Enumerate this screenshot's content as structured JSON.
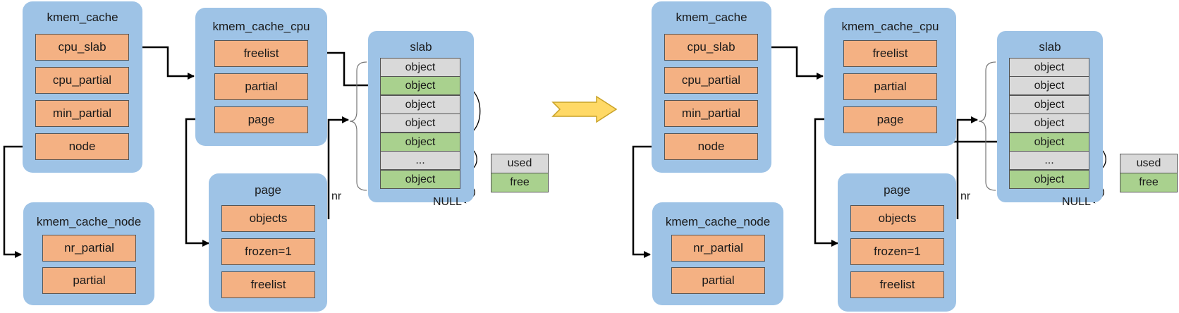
{
  "left": {
    "kmem_cache": {
      "title": "kmem_cache",
      "fields": [
        "cpu_slab",
        "cpu_partial",
        "min_partial",
        "node"
      ]
    },
    "kmem_cache_cpu": {
      "title": "kmem_cache_cpu",
      "fields": [
        "freelist",
        "partial",
        "page"
      ]
    },
    "kmem_cache_node": {
      "title": "kmem_cache_node",
      "fields": [
        "nr_partial",
        "partial"
      ]
    },
    "page": {
      "title": "page",
      "fields": [
        "objects",
        "frozen=1",
        "freelist"
      ]
    },
    "slab": {
      "title": "slab",
      "rows": [
        {
          "label": "object",
          "state": "used"
        },
        {
          "label": "object",
          "state": "free"
        },
        {
          "label": "object",
          "state": "used"
        },
        {
          "label": "object",
          "state": "used"
        },
        {
          "label": "object",
          "state": "free"
        },
        {
          "label": "...",
          "state": "used"
        },
        {
          "label": "object",
          "state": "free"
        }
      ]
    },
    "nr_label": "nr",
    "null_label": "NULL",
    "legend": {
      "used": "used",
      "free": "free"
    }
  },
  "right": {
    "kmem_cache": {
      "title": "kmem_cache",
      "fields": [
        "cpu_slab",
        "cpu_partial",
        "min_partial",
        "node"
      ]
    },
    "kmem_cache_cpu": {
      "title": "kmem_cache_cpu",
      "fields": [
        "freelist",
        "partial",
        "page"
      ]
    },
    "kmem_cache_node": {
      "title": "kmem_cache_node",
      "fields": [
        "nr_partial",
        "partial"
      ]
    },
    "page": {
      "title": "page",
      "fields": [
        "objects",
        "frozen=1",
        "freelist"
      ]
    },
    "slab": {
      "title": "slab",
      "rows": [
        {
          "label": "object",
          "state": "used"
        },
        {
          "label": "object",
          "state": "used"
        },
        {
          "label": "object",
          "state": "used"
        },
        {
          "label": "object",
          "state": "used"
        },
        {
          "label": "object",
          "state": "free"
        },
        {
          "label": "...",
          "state": "used"
        },
        {
          "label": "object",
          "state": "free"
        }
      ]
    },
    "nr_label": "nr",
    "null_label": "NULL",
    "legend": {
      "used": "used",
      "free": "free"
    }
  },
  "colors": {
    "container": "#9ec3e6",
    "field": "#f4b183",
    "used": "#d9d9d9",
    "free": "#a9d18e",
    "arrow": "#ffd966"
  }
}
